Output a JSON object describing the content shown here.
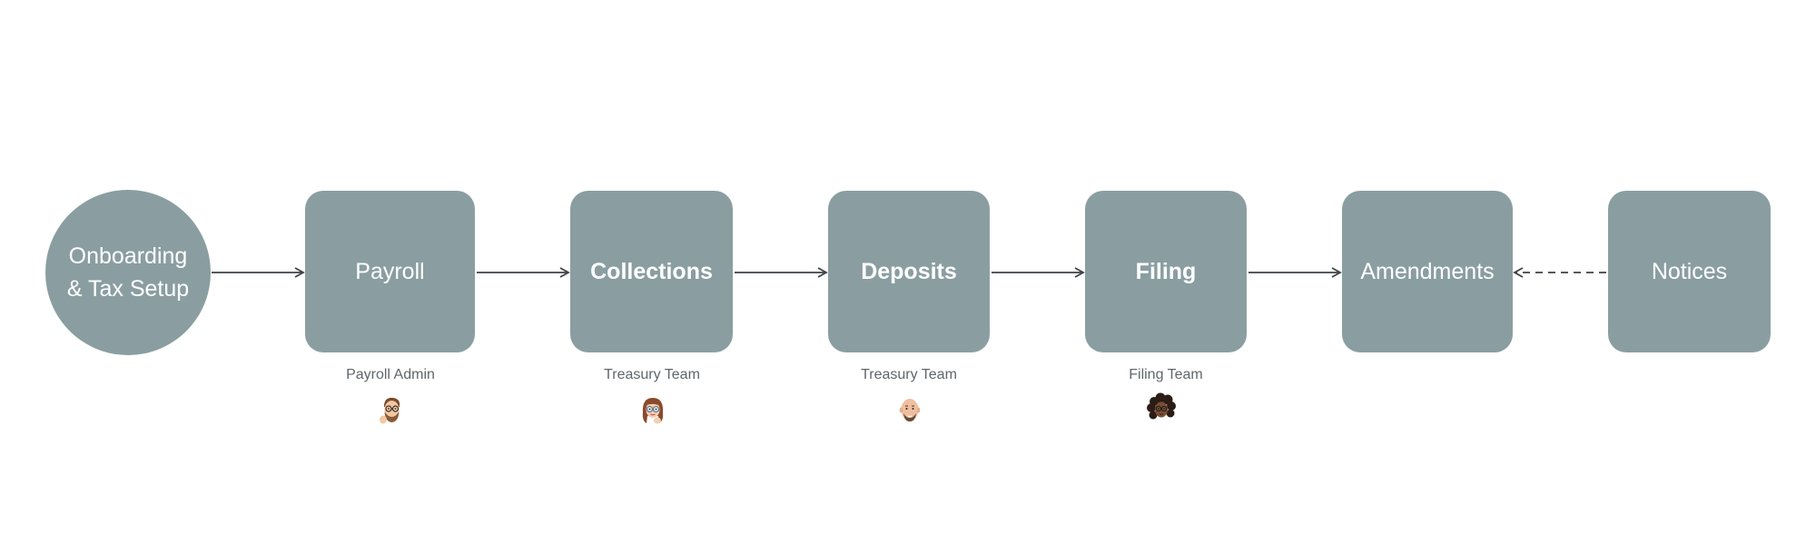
{
  "diagram": {
    "nodes": [
      {
        "id": "onboarding",
        "label": "Onboarding\n& Tax Setup"
      },
      {
        "id": "payroll",
        "label": "Payroll"
      },
      {
        "id": "collections",
        "label": "Collections"
      },
      {
        "id": "deposits",
        "label": "Deposits"
      },
      {
        "id": "filing",
        "label": "Filing"
      },
      {
        "id": "amendments",
        "label": "Amendments"
      },
      {
        "id": "notices",
        "label": "Notices"
      }
    ],
    "owners": [
      {
        "node": "payroll",
        "team": "Payroll Admin",
        "avatar": "bearded-man-glasses-avatar"
      },
      {
        "node": "collections",
        "team": "Treasury Team",
        "avatar": "woman-glasses-avatar"
      },
      {
        "node": "deposits",
        "team": "Treasury Team",
        "avatar": "bald-man-avatar"
      },
      {
        "node": "filing",
        "team": "Filing Team",
        "avatar": "curly-hair-woman-avatar"
      }
    ],
    "edges": [
      {
        "from": "onboarding",
        "to": "payroll",
        "style": "solid"
      },
      {
        "from": "payroll",
        "to": "collections",
        "style": "solid"
      },
      {
        "from": "collections",
        "to": "deposits",
        "style": "solid"
      },
      {
        "from": "deposits",
        "to": "filing",
        "style": "solid"
      },
      {
        "from": "filing",
        "to": "amendments",
        "style": "solid"
      },
      {
        "from": "notices",
        "to": "amendments",
        "style": "dashed"
      }
    ],
    "colors": {
      "node_fill": "#8a9ea1",
      "node_text": "#ffffff",
      "edge": "#3d4347",
      "owner_text": "#5f666b"
    }
  }
}
